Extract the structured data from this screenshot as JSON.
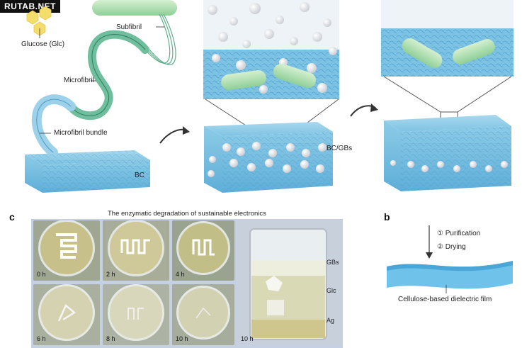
{
  "watermark": "RUTAB.NET",
  "panel_a": {
    "labels": {
      "glucose": "Glucose (Glc)",
      "subfibril": "Subfibril",
      "microfibril": "Microfibril",
      "bundle": "Microfibril bundle",
      "bc": "BC",
      "bc_gbs": "BC/GBs"
    }
  },
  "panel_b": {
    "letter": "b",
    "step1": "① Purification",
    "step2": "② Drying",
    "film_label": "Cellulose-based dielectric film"
  },
  "panel_c": {
    "letter": "c",
    "title": "The enzymatic degradation of sustainable electronics",
    "times": [
      "0 h",
      "2 h",
      "4 h",
      "6 h",
      "8 h",
      "10 h"
    ],
    "beaker_time": "10 h",
    "beaker_labels": {
      "gbs": "GBs",
      "glc": "Glc",
      "ag": "Ag"
    }
  },
  "colors": {
    "bc_blue": "#7ec3e3",
    "fiber_green": "#7cc4a4",
    "bacteria_green": "#b8dfb2",
    "glucose_yellow": "#f3de6c",
    "photo_bg": "#c5d1e3",
    "film_blue": "#6fc3ea"
  }
}
